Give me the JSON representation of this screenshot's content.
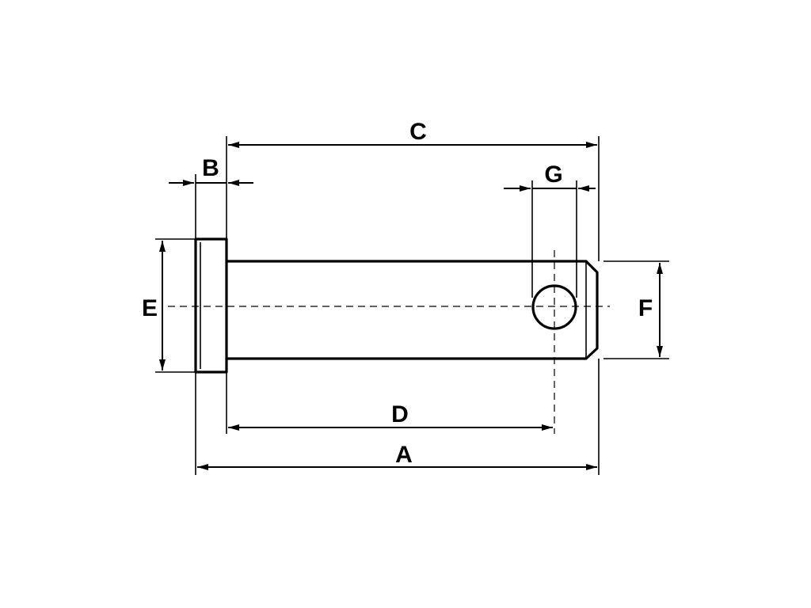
{
  "diagram": {
    "labels": {
      "a": "A",
      "b": "B",
      "c": "C",
      "d": "D",
      "e": "E",
      "f": "F",
      "g": "G"
    },
    "colors": {
      "line": "#000000",
      "background": "#ffffff"
    }
  }
}
